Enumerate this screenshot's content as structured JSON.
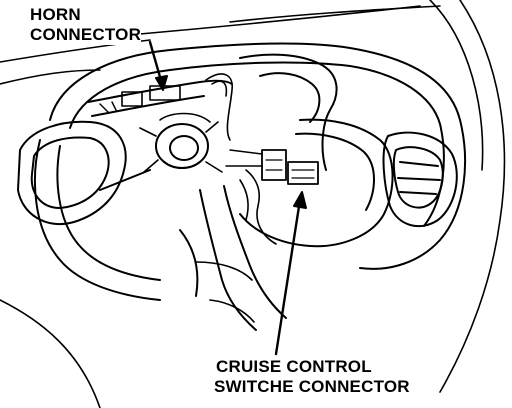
{
  "labels": {
    "horn_line1": "HORN",
    "horn_line2": "CONNECTOR",
    "cruise_line1": "CRUISE CONTROL",
    "cruise_line2": "SWITCHE CONNECTOR"
  },
  "colors": {
    "ink": "#000000",
    "paper": "#ffffff"
  }
}
